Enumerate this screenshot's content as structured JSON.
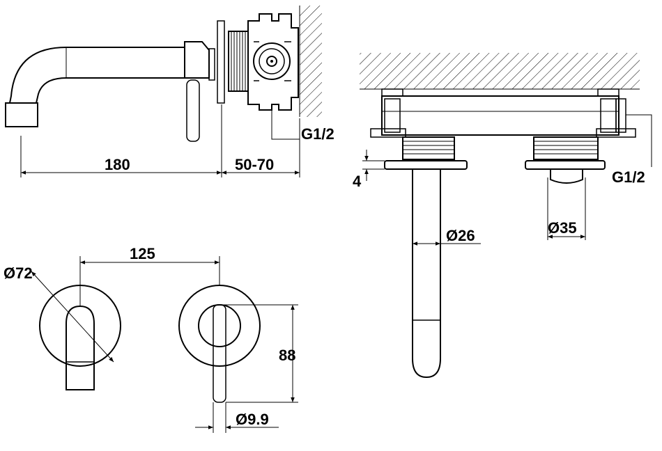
{
  "labels": {
    "dim_180": "180",
    "dim_50_70": "50-70",
    "thread_left": "G1/2",
    "thread_right": "G1/2",
    "dim_4": "4",
    "dim_26": "Ø26",
    "dim_35": "Ø35",
    "dim_125": "125",
    "dim_72": "Ø72",
    "dim_88": "88",
    "dim_9_9": "Ø9.9"
  }
}
